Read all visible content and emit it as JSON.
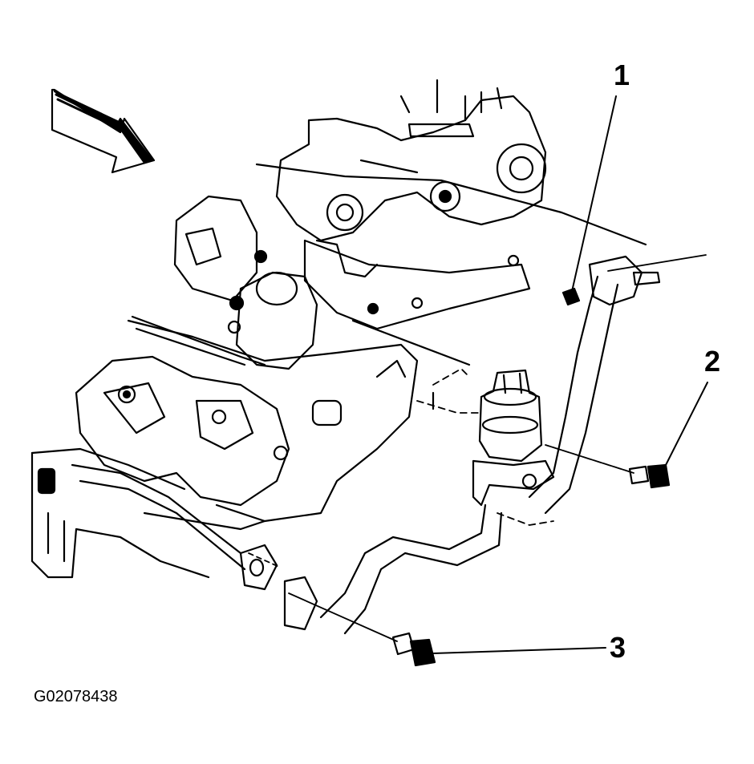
{
  "callouts": [
    {
      "number": "1",
      "part": "bolt"
    },
    {
      "number": "2",
      "part": "bolt"
    },
    {
      "number": "3",
      "part": "bolt"
    }
  ],
  "figure_id": "G02078438",
  "colors": {
    "line": "#000000",
    "background": "#ffffff"
  },
  "icons": [
    "view-direction-arrow-icon"
  ]
}
